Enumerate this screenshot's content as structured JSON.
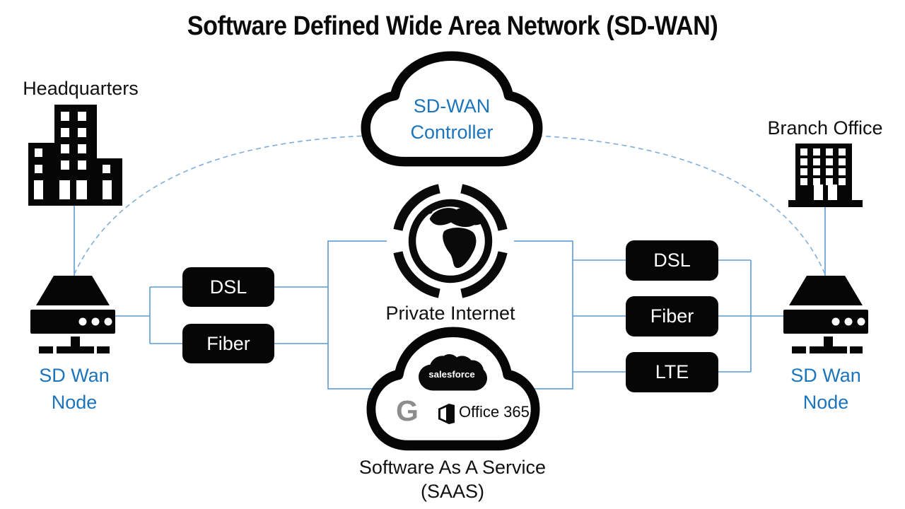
{
  "title": "Software Defined Wide Area Network (SD-WAN)",
  "colors": {
    "accent_blue": "#1B75BC",
    "line_blue": "#5B9BD5",
    "dash_blue": "#80AEDC",
    "box_black": "#060606"
  },
  "headquarters": {
    "label": "Headquarters"
  },
  "branch_office": {
    "label": "Branch Office"
  },
  "controller": {
    "line1": "SD-WAN",
    "line2": "Controller"
  },
  "private_internet": {
    "label": "Private Internet"
  },
  "saas": {
    "title_line1": "Software As A Service",
    "title_line2": "(SAAS)",
    "salesforce_label": "salesforce",
    "google_label": "G",
    "office_label": "Office 365"
  },
  "left_node": {
    "line1": "SD Wan",
    "line2": "Node"
  },
  "right_node": {
    "line1": "SD Wan",
    "line2": "Node"
  },
  "left_links": [
    "DSL",
    "Fiber"
  ],
  "right_links": [
    "DSL",
    "Fiber",
    "LTE"
  ]
}
